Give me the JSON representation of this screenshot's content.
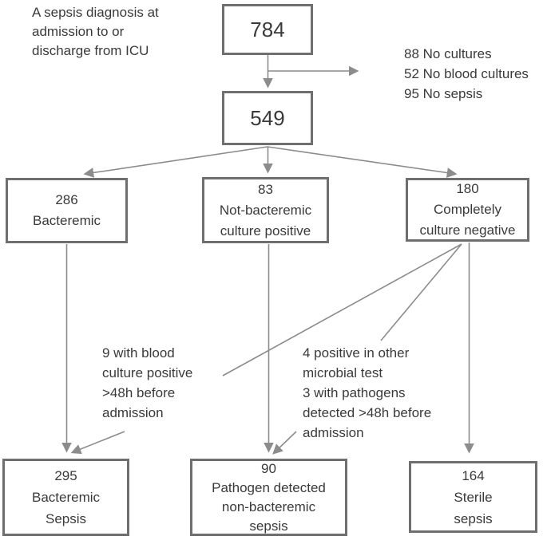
{
  "figure": {
    "kind": "patient-flow-diagram",
    "caption": {
      "lines": [
        "A sepsis diagnosis at",
        "admission to or",
        "discharge from ICU"
      ]
    },
    "exclusions": {
      "lines": [
        "88 No cultures",
        "52 No blood cultures",
        "95 No sepsis"
      ]
    },
    "boxes": {
      "total": {
        "value": "784"
      },
      "included": {
        "value": "549"
      },
      "bacteremic": {
        "value": "286",
        "lines": [
          "Bacteremic"
        ]
      },
      "not_bacteremic": {
        "value": "83",
        "lines": [
          "Not-bacteremic",
          "culture positive"
        ]
      },
      "culture_negative": {
        "value": "180",
        "lines": [
          "Completely",
          "culture negative"
        ]
      },
      "bacteremic_sepsis": {
        "value": "295",
        "lines": [
          "Bacteremic",
          "Sepsis"
        ]
      },
      "pathogen_detected_sepsis": {
        "value": "90",
        "lines": [
          "Pathogen detected",
          "non-bacteremic",
          "sepsis"
        ]
      },
      "sterile_sepsis": {
        "value": "164",
        "lines": [
          "Sterile",
          "sepsis"
        ]
      }
    },
    "notes": {
      "blood_culture_note": {
        "lines": [
          "9 with blood",
          "culture positive",
          ">48h before",
          "admission"
        ]
      },
      "other_test_note": {
        "lines": [
          "4 positive in other",
          "microbial test",
          "3 with pathogens",
          "detected >48h before",
          "admission"
        ]
      }
    },
    "colors": {
      "box_border": "#6f6f6f",
      "connector": "#8c8c8c",
      "text": "#3a3a3a",
      "background": "#ffffff"
    }
  }
}
